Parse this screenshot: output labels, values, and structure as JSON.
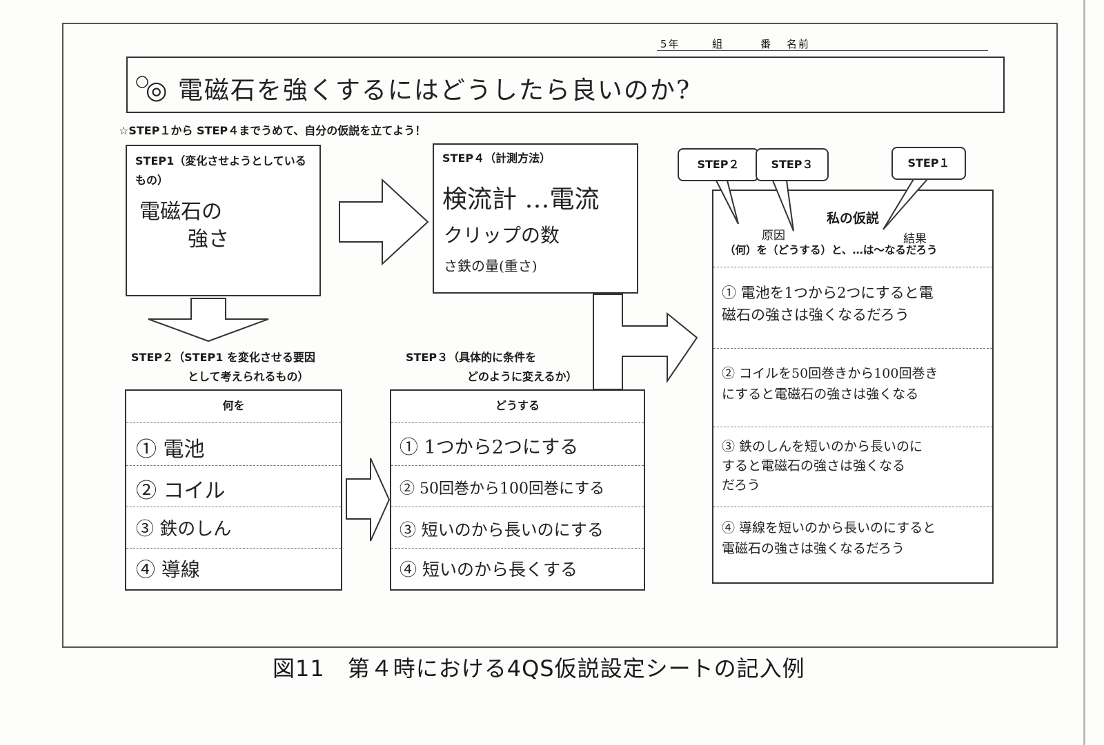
{
  "header": {
    "grade": "5年",
    "class": "組",
    "number": "番",
    "name": "名前"
  },
  "title": "◎ 電磁石を強くするにはどうしたら良いのか?",
  "instruction": "☆STEP１から STEP４までうめて、自分の仮説を立てよう！",
  "step1": {
    "label": "STEP1（変化させようとしているもの）",
    "answer_line1": "電磁石の",
    "answer_line2": "強さ"
  },
  "step4": {
    "label": "STEP４（計測方法）",
    "answer_line1": "検流計 …電流",
    "answer_line2": "クリップの数",
    "answer_line3": "さ鉄の量(重さ)"
  },
  "step2": {
    "label_line1": "STEP２（STEP1 を変化させる要因",
    "label_line2": "として考えられるもの）",
    "column_header": "何を",
    "rows": [
      "① 電池",
      "② コイル",
      "③ 鉄のしん",
      "④ 導線"
    ]
  },
  "step3": {
    "label_line1": "STEP３（具体的に条件を",
    "label_line2": "どのように変えるか）",
    "column_header": "どうする",
    "rows": [
      "① 1つから2つにする",
      "② 50回巻から100回巻にする",
      "③ 短いのから長いのにする",
      "④ 短いのから長くする"
    ]
  },
  "bubbles": {
    "b1": "STEP２",
    "b2": "STEP３",
    "b3": "STEP１"
  },
  "hypothesis": {
    "title": "私の仮説",
    "note_cause": "原因",
    "note_result": "結果",
    "template": "（何）を（どうする）と、…は～なるだろう",
    "rows": [
      [
        "① 電池を1つから2つにすると電",
        "磁石の強さは強くなるだろう"
      ],
      [
        "② コイルを50回巻きから100回巻き",
        "にすると電磁石の強さは強くなる"
      ],
      [
        "③ 鉄のしんを短いのから長いのに",
        "すると電磁石の強さは強くなる",
        "だろう"
      ],
      [
        "④ 導線を短いのから長いのにすると",
        "電磁石の強さは強くなるだろう"
      ]
    ]
  },
  "caption": "図11　第４時における4QS仮説設定シートの記入例"
}
